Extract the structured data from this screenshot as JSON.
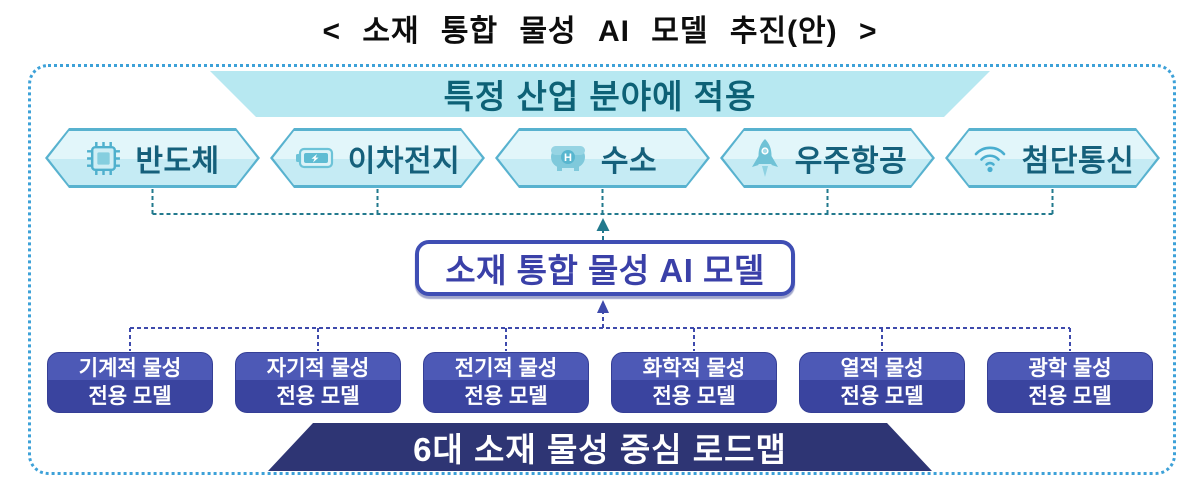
{
  "title": "< 소재 통합 물성 AI 모델 추진(안) >",
  "top_banner": {
    "label": "특정 산업 분야에 적용"
  },
  "industries": [
    {
      "label": "반도체",
      "icon": "chip-icon"
    },
    {
      "label": "이차전지",
      "icon": "battery-icon"
    },
    {
      "label": "수소",
      "icon": "hydrogen-tank-icon"
    },
    {
      "label": "우주항공",
      "icon": "rocket-icon"
    },
    {
      "label": "첨단통신",
      "icon": "wifi-icon"
    }
  ],
  "center_box": {
    "label": "소재 통합 물성 AI 모델"
  },
  "models": [
    {
      "line1": "기계적 물성",
      "line2": "전용 모델"
    },
    {
      "line1": "자기적 물성",
      "line2": "전용 모델"
    },
    {
      "line1": "전기적 물성",
      "line2": "전용 모델"
    },
    {
      "line1": "화학적 물성",
      "line2": "전용 모델"
    },
    {
      "line1": "열적 물성",
      "line2": "전용 모델"
    },
    {
      "line1": "광학 물성",
      "line2": "전용 모델"
    }
  ],
  "bottom_banner": {
    "label": "6대 소재 물성 중심 로드맵"
  },
  "colors": {
    "frame_dotted_border": "#3da1d8",
    "top_banner_bg": "#b7e8f1",
    "top_banner_text": "#0d6176",
    "hexagon_border": "#58b2cf",
    "hexagon_fill_top": "#e2f6fa",
    "hexagon_fill_bottom": "#c5ebf4",
    "hexagon_text": "#15607b",
    "teal_connector": "#22798d",
    "center_box_border": "#3f4eb4",
    "center_box_text": "#3a40a8",
    "indigo_connector": "#3e4aac",
    "model_box_top": "#4d59b6",
    "model_box_bottom": "#3a449f",
    "model_box_text": "#ffffff",
    "bottom_banner_bg": "#2e3574",
    "bottom_banner_text": "#ffffff",
    "icon_teal": "#4fb0cd"
  }
}
